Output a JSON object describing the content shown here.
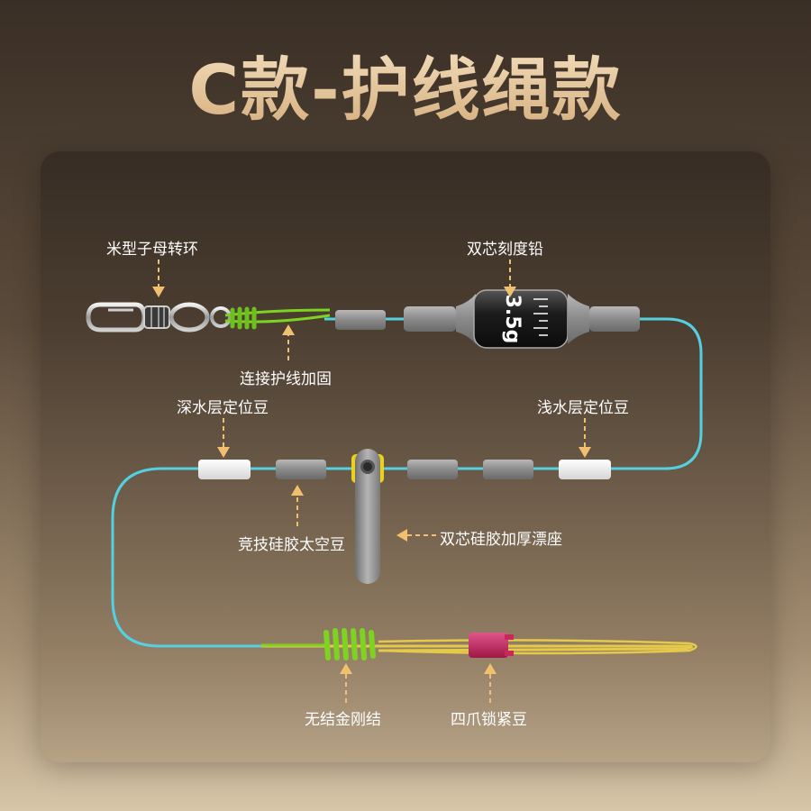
{
  "title": "C款-护线绳款",
  "labels": {
    "swivel": "米型子母转环",
    "sinker": "双芯刻度铅",
    "connect_line": "连接护线加固",
    "deep_stopper": "深水层定位豆",
    "shallow_stopper": "浅水层定位豆",
    "space_bean": "竞技硅胶太空豆",
    "float_seat": "双芯硅胶加厚漂座",
    "knot": "无结金刚结",
    "lock_bean": "四爪锁紧豆"
  },
  "sinker_marking": "3.5g",
  "colors": {
    "line": "#55d0e0",
    "braid": "#7ed321",
    "yellow_line": "#e4c94a",
    "arrow": "#f0c070",
    "lock_bean": "#c8285a"
  }
}
